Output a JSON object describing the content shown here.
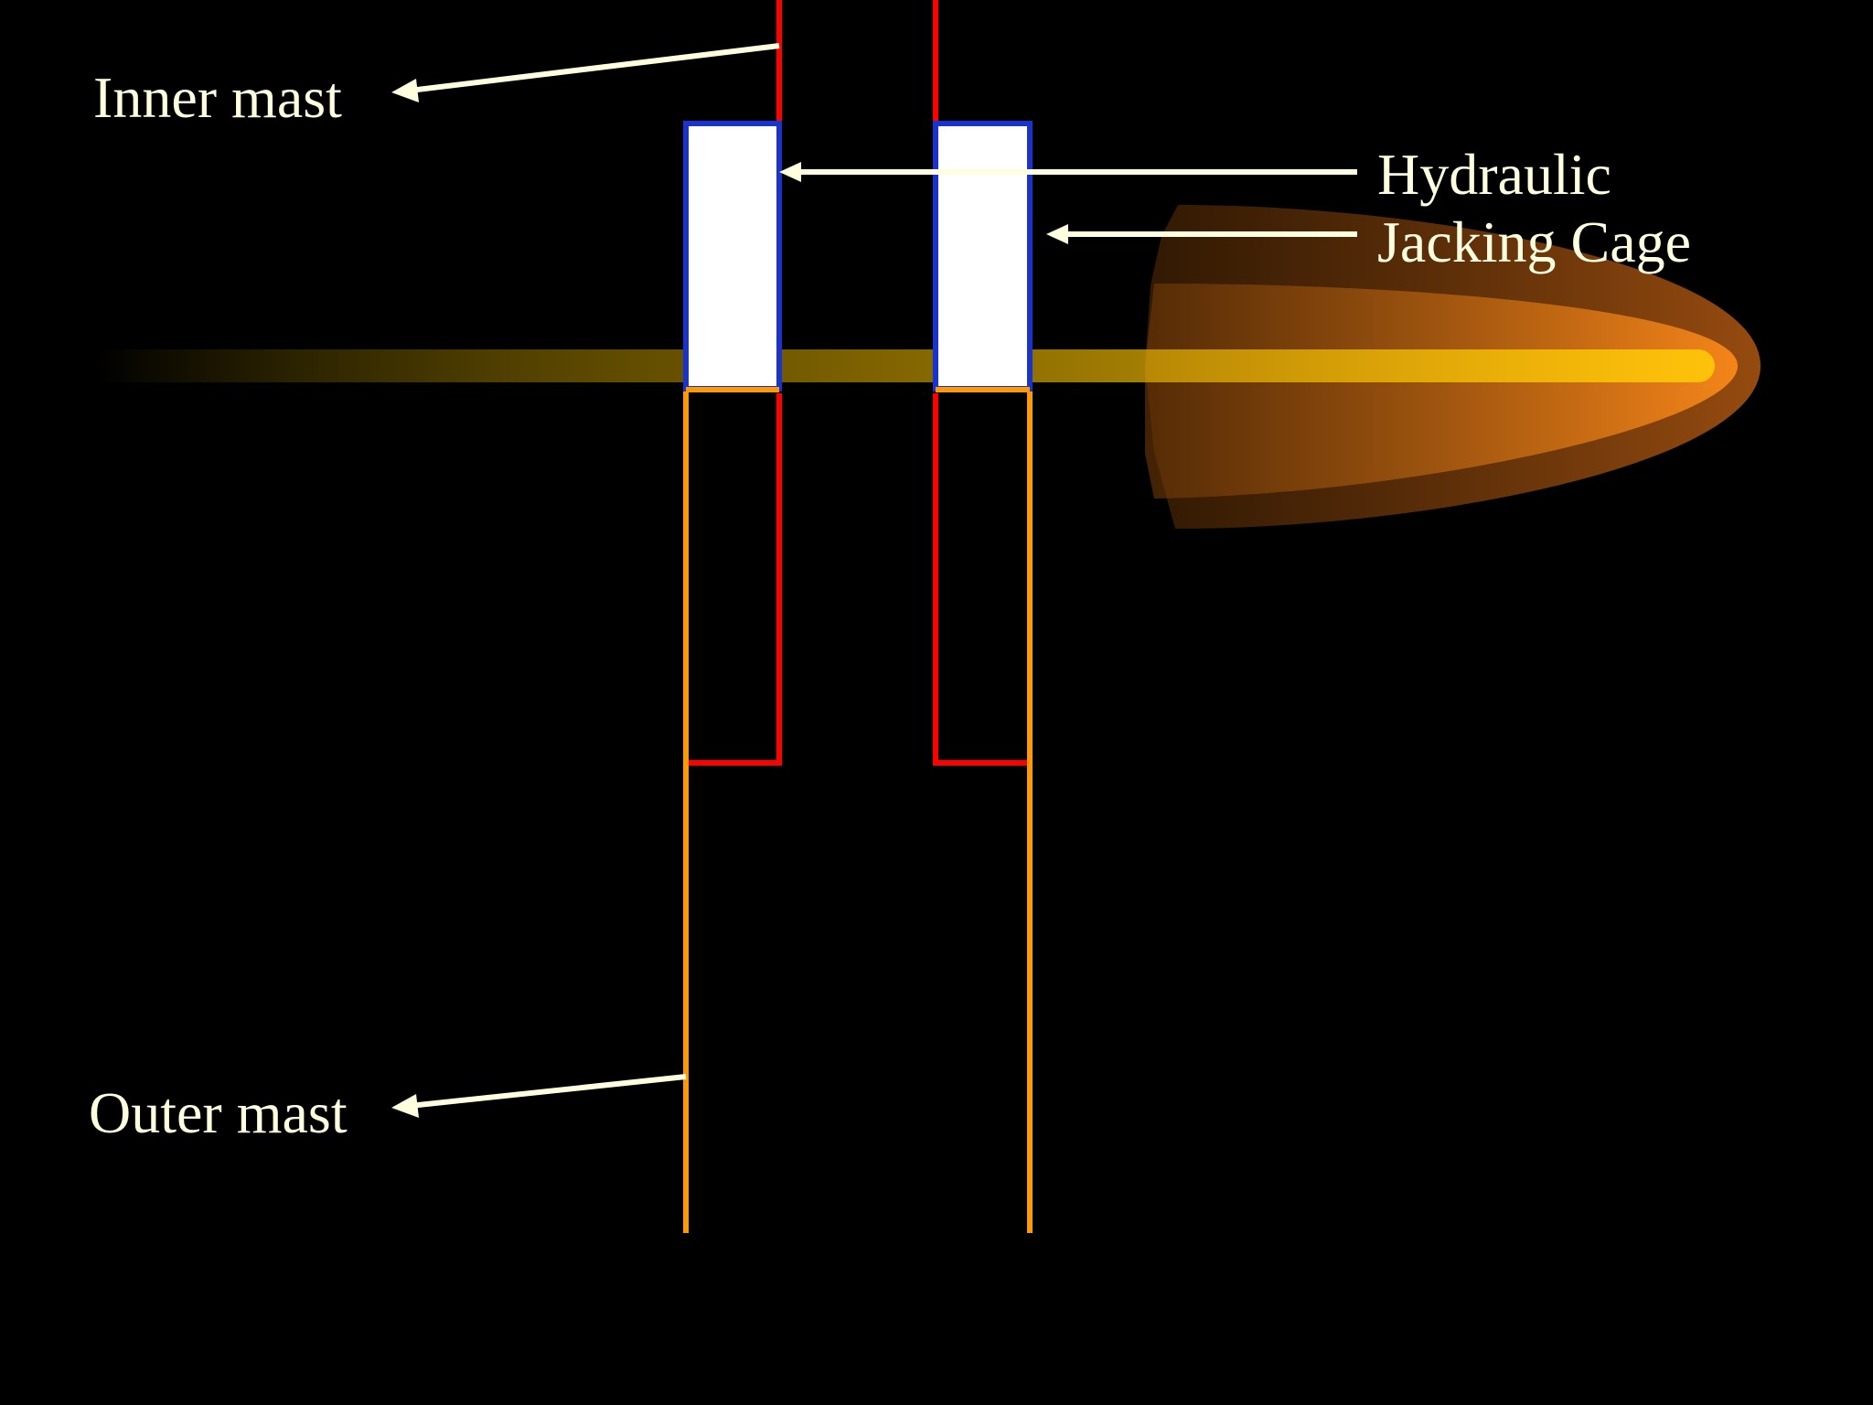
{
  "labels": {
    "inner_mast": "Inner mast",
    "outer_mast": "Outer mast",
    "hydraulic_line1": "Hydraulic",
    "hydraulic_line2": "Jacking Cage"
  },
  "colors": {
    "background": "#000000",
    "text": "#ffffe0",
    "inner_mast": "#ff0000",
    "outer_mast": "#ff9900",
    "cage_fill": "#ffffff",
    "cage_border": "#1a33cc",
    "glow": "#ffcc00",
    "flame": "#ff8c1a"
  }
}
